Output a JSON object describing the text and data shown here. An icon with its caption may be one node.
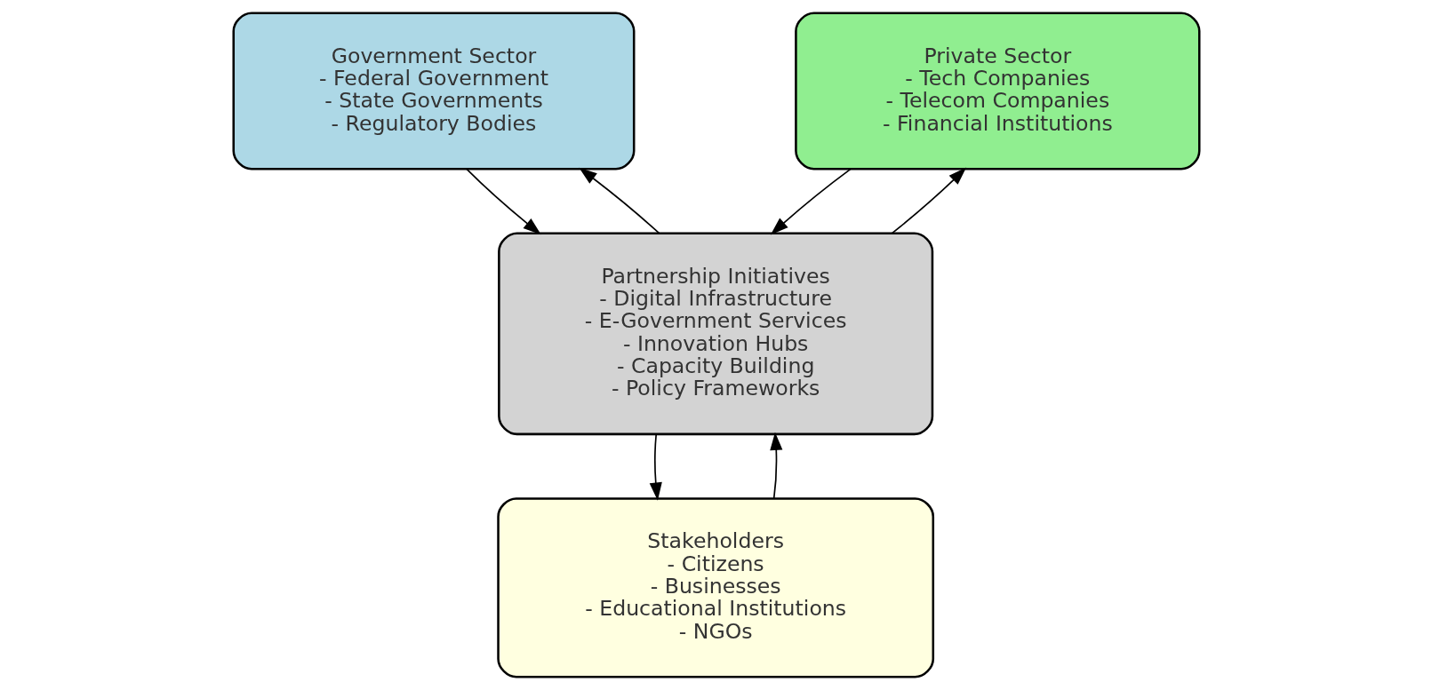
{
  "diagram": {
    "nodes": [
      {
        "text": [
          "Government Sector - Federal Government - State Governments - Regulatory Bodies"
        ]
      },
      {
        "text": [
          "Private Sector - Tech Companies - Telecom Companies - Financial Institutions"
        ]
      },
      {
        "text": [
          "Partnership Initiatives - Digital Infrastructure - E-Government Services - Innovation Hubs - Capacity Building - Policy Frameworks"
        ]
      },
      {
        "text": [
          "Stakeholders - Citizens - Businesses - Educational Institutions - NGOs"
        ]
      }
    ],
    "edges": [
      {
        "from": 0,
        "to": 2,
        "arrow": "to"
      },
      {
        "from": 1,
        "to": 2,
        "arrow": "to"
      },
      {
        "from": 2,
        "to": 0,
        "arrow": "to"
      },
      {
        "from": 2,
        "to": 1,
        "arrow": "to"
      },
      {
        "from": 2,
        "to": 3,
        "arrow": "to"
      },
      {
        "from": 3,
        "to": 2,
        "arrow": "to"
      }
    ]
  }
}
